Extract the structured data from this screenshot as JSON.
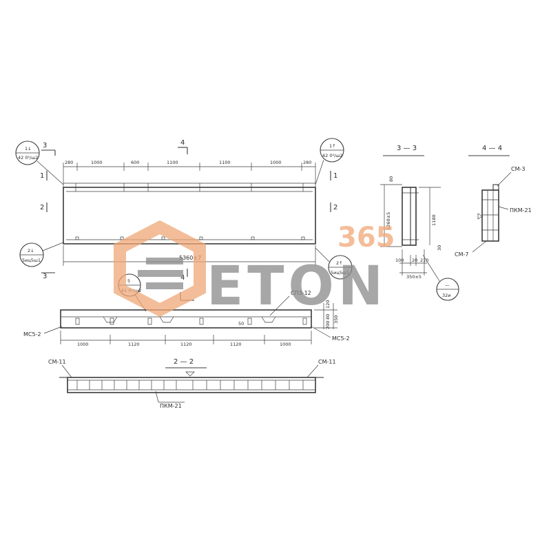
{
  "watermark": {
    "brand": "ETON",
    "number": "365",
    "colors": {
      "orange": "#f0a878",
      "gray": "#8a8a8a"
    }
  },
  "plan_view": {
    "dims_top": [
      "280",
      "1000",
      "600",
      "1100",
      "1100",
      "1000",
      "280"
    ],
    "length_dim": "5360±7",
    "section_marks": {
      "s1": "1",
      "s2": "2",
      "s3": "3",
      "s4": "4"
    },
    "callout_left_top": {
      "top": "1↓",
      "bottom": "42 0²/ш2"
    },
    "callout_right_top": {
      "top": "1↑",
      "bottom": "42 0²/ш2"
    },
    "callout_left_bottom": {
      "top": "2↓",
      "bottom": "5иц5ш1"
    },
    "callout_right_bottom": {
      "top": "2↑",
      "bottom": "5иц5ш1"
    }
  },
  "elevation_view": {
    "callout_5": {
      "top": "5",
      "bottom": "41 0²/ш2"
    },
    "label_sp": "СП3-12",
    "label_mcs_left": "МС5-2",
    "label_mcs_right": "МС5-2",
    "dims_bottom": [
      "1000",
      "1120",
      "1120",
      "1120",
      "1000"
    ],
    "dims_right": [
      "120",
      "80",
      "200",
      "350"
    ],
    "mid_label": "50"
  },
  "section_2_2": {
    "title": "2 — 2",
    "label_cm_left": "СМ-11",
    "label_cm_right": "СМ-11",
    "label_pkm": "ПКМ-21"
  },
  "section_3_3": {
    "title": "3 — 3",
    "dim_top": "80",
    "dim_height": "1260±5",
    "dim_inner": "1180",
    "dim_right": "30",
    "dims_bottom": [
      "100",
      "20",
      "210"
    ],
    "dim_width": "350±5",
    "callout": {
      "top": "—",
      "bottom": "32и"
    }
  },
  "section_4_4": {
    "title": "4 — 4",
    "label_cm3": "СМ-3",
    "label_pkm": "ПКМ-21",
    "label_cm7": "СМ-7"
  }
}
